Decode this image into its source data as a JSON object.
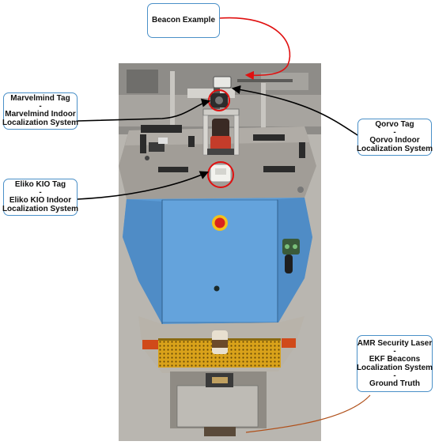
{
  "figure": {
    "callouts": [
      {
        "id": "beacon",
        "lines": [
          "Beacon Example"
        ]
      },
      {
        "id": "marvelmind",
        "lines": [
          "Marvelmind Tag",
          "-",
          "Marvelmind Indoor",
          "Localization System"
        ]
      },
      {
        "id": "eliko",
        "lines": [
          "Eliko KIO Tag",
          "-",
          "Eliko KIO Indoor",
          "Localization System"
        ]
      },
      {
        "id": "qorvo",
        "lines": [
          "Qorvo Tag",
          "-",
          "Qorvo Indoor",
          "Localization System"
        ]
      },
      {
        "id": "amr",
        "lines": [
          "AMR Security Laser",
          "-",
          "EKF Beacons",
          "Localization System",
          "-",
          "Ground Truth"
        ]
      }
    ]
  },
  "colors": {
    "callout_border": "#4a90c8",
    "arrow_black": "#000000",
    "arrow_red": "#e01010",
    "laser_line": "#b0501a",
    "robot_body": "#5b9bd5",
    "top_plate": "#9a9690",
    "stop_button": "#d9231c",
    "mesh_grille": "#d9a21a"
  }
}
